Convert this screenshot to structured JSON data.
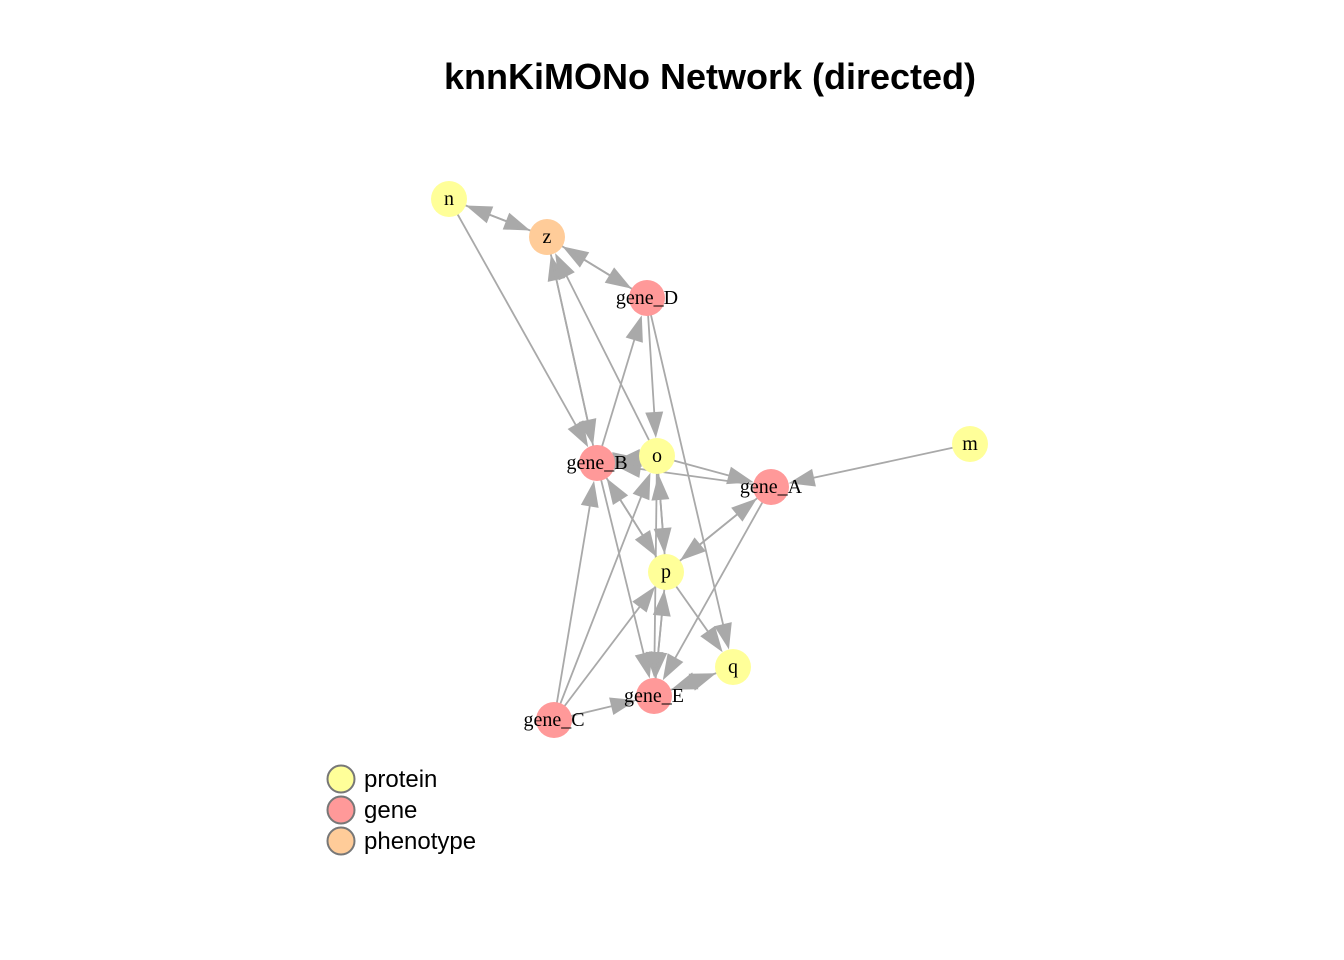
{
  "title": "knnKiMONo Network (directed)",
  "colors": {
    "protein": "#ffff99",
    "gene": "#ff9999",
    "phenotype": "#ffcc99",
    "edge": "#a9a9a9",
    "legend_stroke": "#777777"
  },
  "nodes": [
    {
      "id": "n",
      "label": "n",
      "type": "protein"
    },
    {
      "id": "z",
      "label": "z",
      "type": "phenotype"
    },
    {
      "id": "gene_D",
      "label": "gene_D",
      "type": "gene"
    },
    {
      "id": "o",
      "label": "o",
      "type": "protein"
    },
    {
      "id": "gene_B",
      "label": "gene_B",
      "type": "gene"
    },
    {
      "id": "gene_A",
      "label": "gene_A",
      "type": "gene"
    },
    {
      "id": "m",
      "label": "m",
      "type": "protein"
    },
    {
      "id": "p",
      "label": "p",
      "type": "protein"
    },
    {
      "id": "q",
      "label": "q",
      "type": "protein"
    },
    {
      "id": "gene_E",
      "label": "gene_E",
      "type": "gene"
    },
    {
      "id": "gene_C",
      "label": "gene_C",
      "type": "gene"
    }
  ],
  "edges": [
    [
      "n",
      "z"
    ],
    [
      "z",
      "n"
    ],
    [
      "gene_D",
      "z"
    ],
    [
      "z",
      "gene_D"
    ],
    [
      "n",
      "gene_B"
    ],
    [
      "gene_B",
      "z"
    ],
    [
      "z",
      "gene_B"
    ],
    [
      "o",
      "z"
    ],
    [
      "gene_B",
      "gene_D"
    ],
    [
      "gene_D",
      "o"
    ],
    [
      "gene_D",
      "q"
    ],
    [
      "gene_A",
      "gene_B"
    ],
    [
      "o",
      "gene_B"
    ],
    [
      "o",
      "gene_A"
    ],
    [
      "m",
      "gene_A"
    ],
    [
      "gene_B",
      "p"
    ],
    [
      "p",
      "gene_B"
    ],
    [
      "o",
      "p"
    ],
    [
      "p",
      "o"
    ],
    [
      "gene_B",
      "o"
    ],
    [
      "gene_A",
      "p"
    ],
    [
      "p",
      "gene_A"
    ],
    [
      "gene_B",
      "gene_E"
    ],
    [
      "o",
      "gene_E"
    ],
    [
      "p",
      "gene_E"
    ],
    [
      "gene_E",
      "p"
    ],
    [
      "p",
      "q"
    ],
    [
      "gene_A",
      "gene_E"
    ],
    [
      "q",
      "gene_E"
    ],
    [
      "gene_E",
      "q"
    ],
    [
      "gene_C",
      "gene_B"
    ],
    [
      "gene_C",
      "o"
    ],
    [
      "gene_C",
      "p"
    ],
    [
      "gene_C",
      "gene_E"
    ]
  ],
  "legend": [
    {
      "label": "protein",
      "type": "protein"
    },
    {
      "label": "gene",
      "type": "gene"
    },
    {
      "label": "phenotype",
      "type": "phenotype"
    }
  ]
}
